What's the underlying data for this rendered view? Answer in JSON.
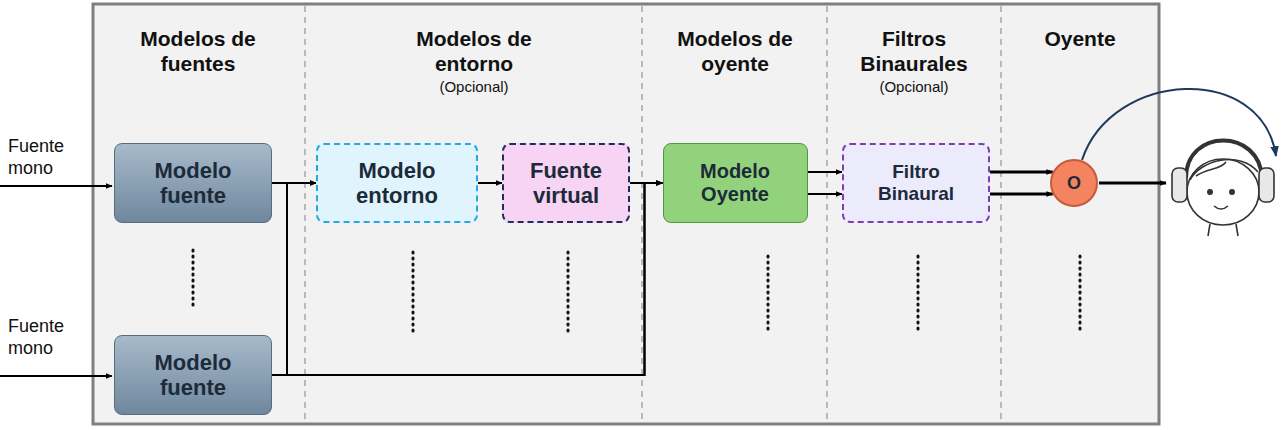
{
  "diagram": {
    "nodes": [
      {
        "text": [
          "Modelo fuente"
        ]
      },
      {
        "text": [
          "Modelo entorno"
        ]
      },
      {
        "text": [
          "Fuente virtual"
        ]
      },
      {
        "text": [
          "Modelo Oyente"
        ]
      },
      {
        "text": [
          "Filtro Binaural"
        ]
      },
      {
        "text": [
          "O"
        ]
      },
      {
        "text": [
          "Modelo fuente"
        ]
      }
    ],
    "edges": [
      {
        "from": 0,
        "to": 1,
        "arrow": "to"
      },
      {
        "from": 0,
        "to": 3,
        "arrow": "to"
      },
      {
        "from": 6,
        "to": 1,
        "arrow": "to"
      },
      {
        "from": 6,
        "to": 3,
        "arrow": "to"
      },
      {
        "from": 1,
        "to": 2,
        "arrow": "to"
      },
      {
        "from": 2,
        "to": 3,
        "arrow": "to"
      },
      {
        "from": 3,
        "to": 4,
        "arrow": "to"
      },
      {
        "from": 3,
        "to": 4,
        "arrow": "to"
      },
      {
        "from": 4,
        "to": 5,
        "arrow": "to"
      },
      {
        "from": 4,
        "to": 5,
        "arrow": "to"
      }
    ],
    "labels": [
      "Modelos de fuentes",
      "Modelos de entorno",
      "(Opcional)",
      "Modelos de oyente",
      "Filtros Binaurales",
      "(Opcional)",
      "Oyente",
      "Fuente mono",
      "Fuente mono"
    ]
  }
}
